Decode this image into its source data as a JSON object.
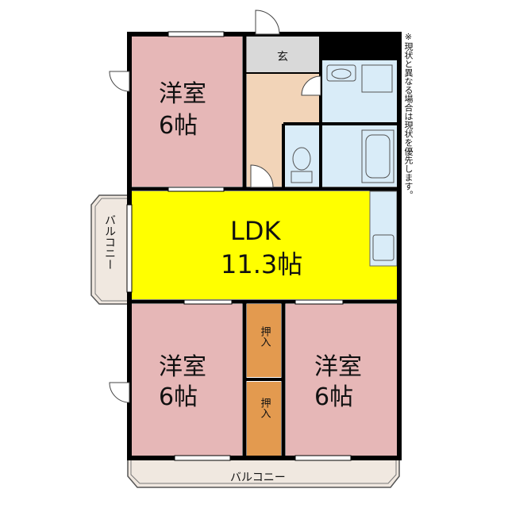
{
  "rooms": {
    "western_top": {
      "name": "洋室",
      "size": "6帖"
    },
    "ldk": {
      "name": "LDK",
      "size": "11.3帖"
    },
    "western_bottom_left": {
      "name": "洋室",
      "size": "6帖"
    },
    "western_bottom_right": {
      "name": "洋室",
      "size": "6帖"
    }
  },
  "entrance": "玄",
  "closets": [
    "押入",
    "押入"
  ],
  "balcony_side": "バルコニー",
  "balcony_bottom": "バルコニー",
  "note": "※現状と異なる場合は現状を優先します。",
  "colors": {
    "western_room": "#e6b7b7",
    "ldk": "#ffff00",
    "closet": "#e39a4f",
    "hall": "#f2d4b8",
    "wet_area": "#d9ecf8",
    "entrance_floor": "#d9d9d9",
    "balcony": "#f0e8e0",
    "wall": "#000000"
  }
}
